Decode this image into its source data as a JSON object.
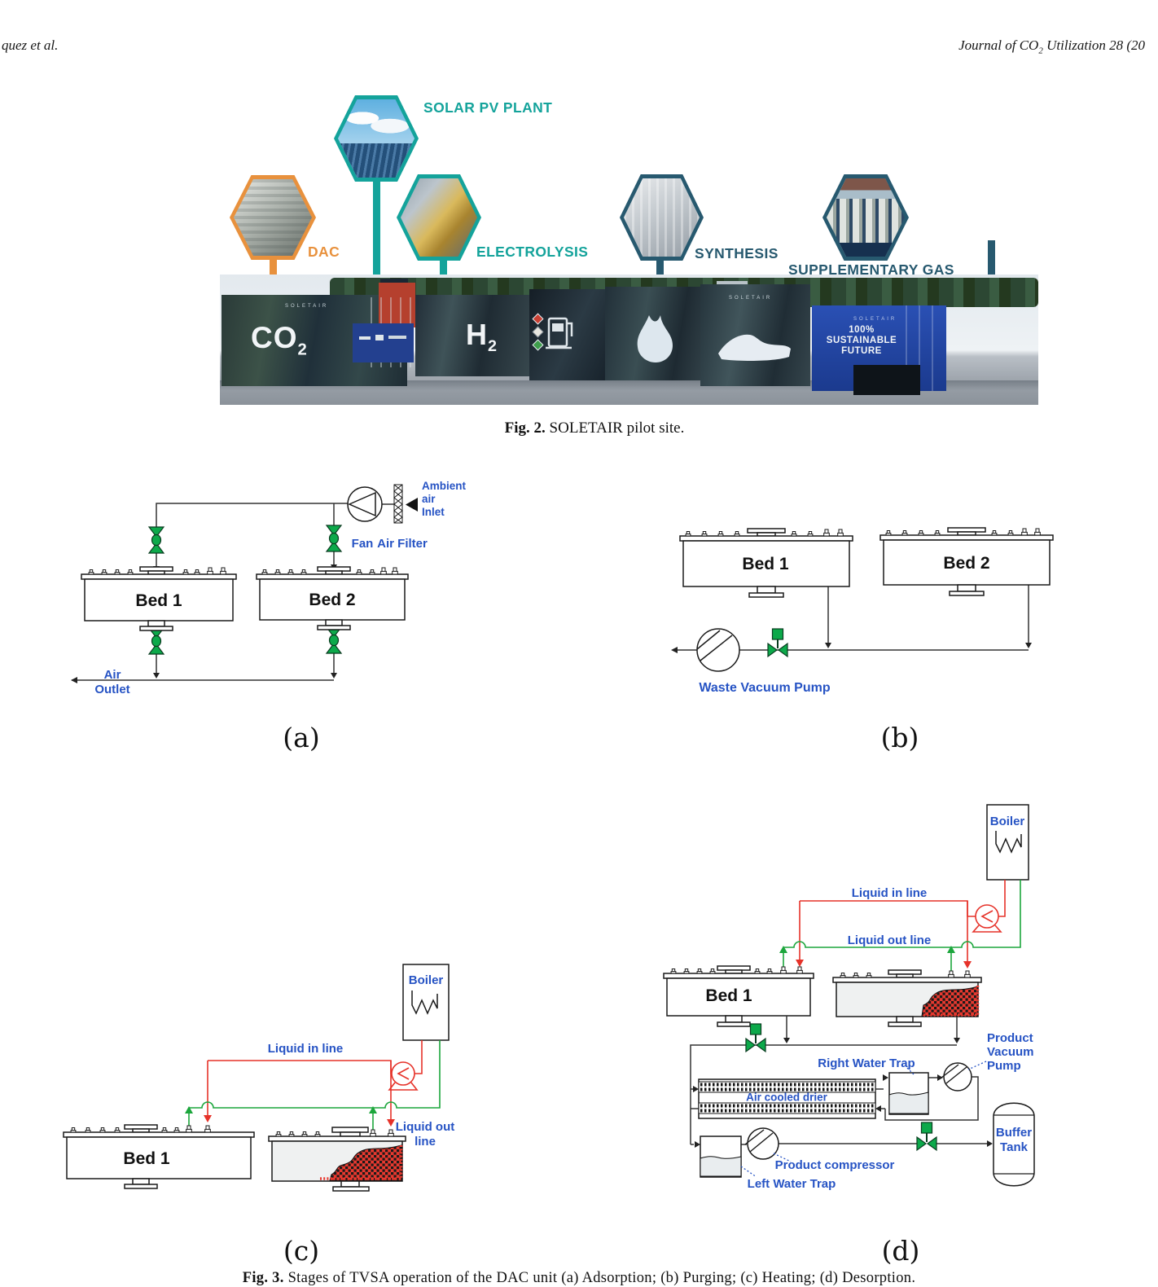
{
  "header": {
    "authors": "quez et al.",
    "journal_prefix": "Journal of CO",
    "journal_sub": "2",
    "journal_suffix": " Utilization 28 (20"
  },
  "colors": {
    "teal": "#14a39b",
    "orange": "#e8913d",
    "dark_blue": "#27596f",
    "label_blue": "#2653c4",
    "valve_green": "#0ca94a",
    "line_green": "#1ca63c",
    "line_red": "#e63229"
  },
  "fig2": {
    "caption_label": "Fig. 2.",
    "caption_text": " SOLETAIR pilot site.",
    "hexagons": [
      {
        "id": "dac",
        "label": "DAC"
      },
      {
        "id": "solar",
        "label": "SOLAR PV PLANT"
      },
      {
        "id": "electrolysis",
        "label": "ELECTROLYSIS"
      },
      {
        "id": "synthesis",
        "label": "SYNTHESIS"
      },
      {
        "id": "supplementary",
        "label": "SUPPLEMENTARY GAS"
      }
    ],
    "photo": {
      "brand": "SOLETAIR",
      "co2_main": "CO",
      "co2_sub": "2",
      "h2_main": "H",
      "h2_sub": "2",
      "banner_lines": [
        "100%",
        "SUSTAINABLE",
        "FUTURE"
      ]
    }
  },
  "fig3": {
    "a": {
      "bed1": "Bed 1",
      "bed2": "Bed 2",
      "fan": "Fan",
      "air_filter": "Air Filter",
      "ambient_lines": [
        "Ambient",
        "air",
        "Inlet"
      ],
      "outlet_lines": [
        "Air",
        "Outlet"
      ],
      "caption": "(a)"
    },
    "b": {
      "bed1": "Bed 1",
      "bed2": "Bed 2",
      "pump": "Waste Vacuum Pump",
      "caption": "(b)"
    },
    "c": {
      "boiler": "Boiler",
      "liquid_in": "Liquid in line",
      "liquid_out_lines": [
        "Liquid out",
        "line"
      ],
      "bed1": "Bed 1",
      "caption": "(c)"
    },
    "d": {
      "boiler": "Boiler",
      "liquid_in": "Liquid in line",
      "liquid_out": "Liquid out line",
      "bed1": "Bed 1",
      "right_trap": "Right Water Trap",
      "vacuum_pump_lines": [
        "Product",
        "Vacuum",
        "Pump"
      ],
      "drier": "Air cooled drier",
      "compressor": "Product compressor",
      "left_trap": "Left Water Trap",
      "buffer_lines": [
        "Buffer",
        "Tank"
      ],
      "caption": "(d)"
    },
    "bottom_caption_label": "Fig. 3.",
    "bottom_caption_text": " Stages of TVSA operation of the DAC unit (a) Adsorption; (b) Purging; (c) Heating; (d) Desorption."
  }
}
